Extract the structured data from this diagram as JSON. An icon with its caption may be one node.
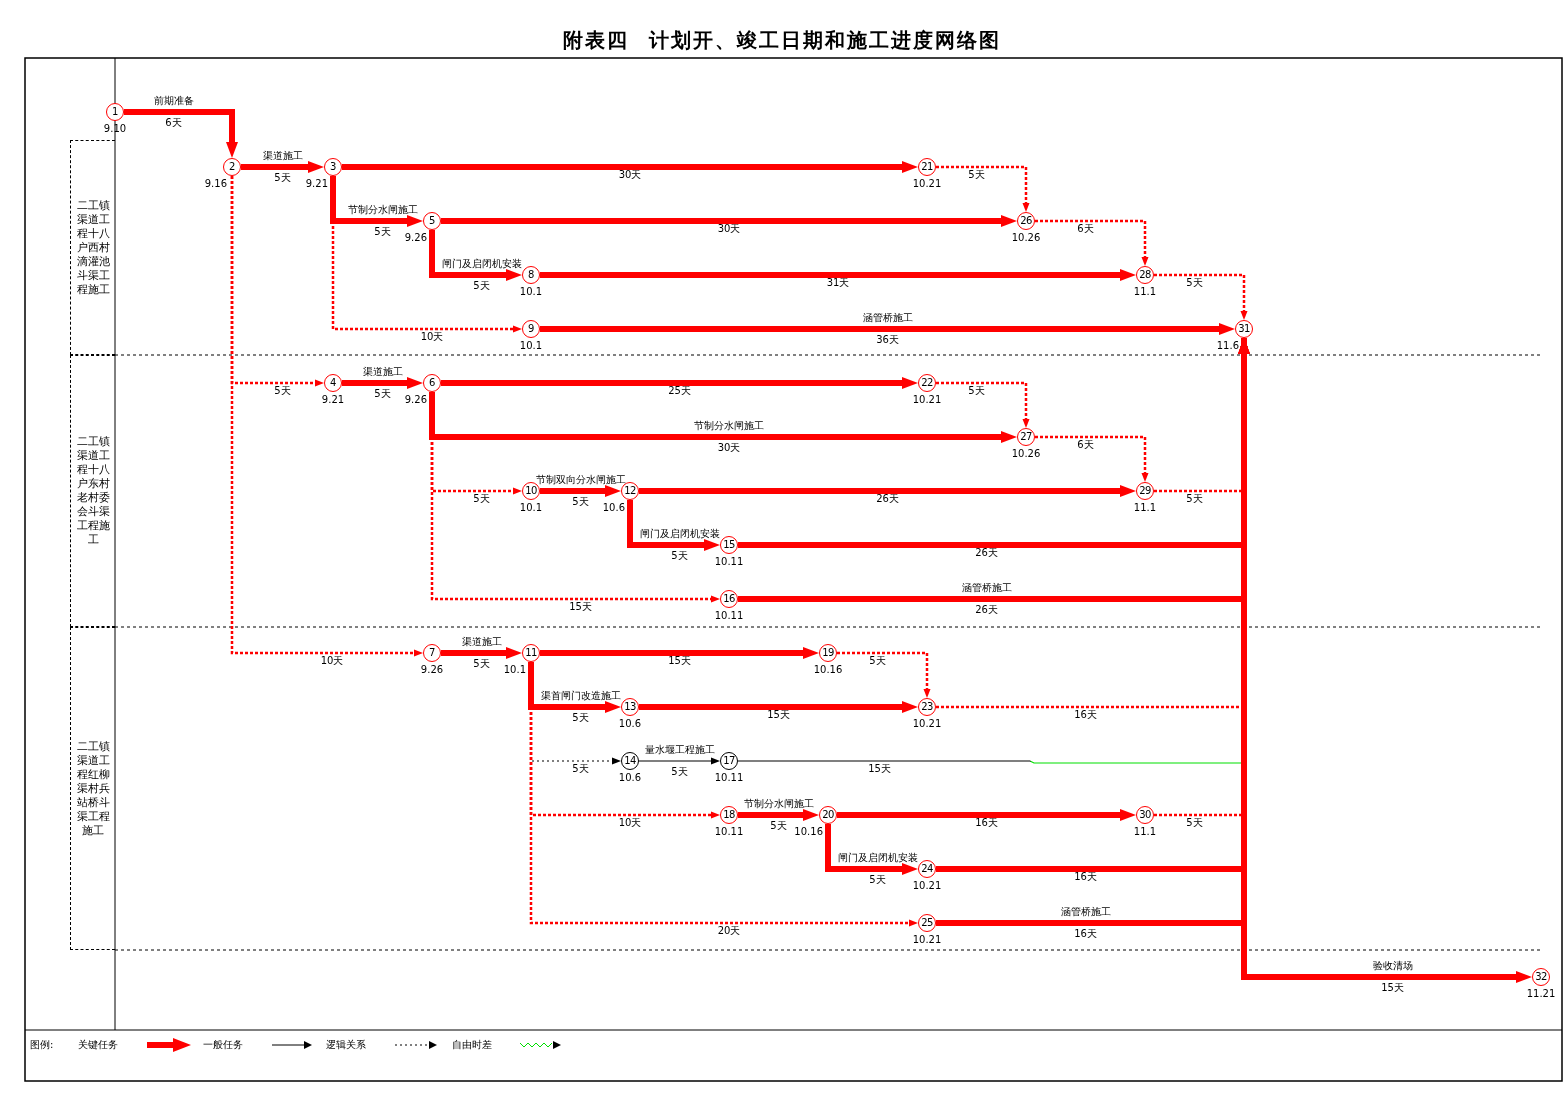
{
  "diagram": {
    "title": "附表四 计划开、竣工日期和施工进度网络图",
    "nodes": [
      {
        "text": [
          "1"
        ],
        "beside": [
          "9.10"
        ]
      },
      {
        "text": [
          "2"
        ],
        "beside": [
          "9.16"
        ]
      },
      {
        "text": [
          "3"
        ],
        "beside": [
          "9.21"
        ]
      },
      {
        "text": [
          "4"
        ],
        "beside": [
          "9.21"
        ]
      },
      {
        "text": [
          "5"
        ],
        "beside": [
          "9.26"
        ]
      },
      {
        "text": [
          "6"
        ],
        "beside": [
          "9.26"
        ]
      },
      {
        "text": [
          "7"
        ],
        "beside": [
          "9.26"
        ]
      },
      {
        "text": [
          "8"
        ],
        "beside": [
          "10.1"
        ]
      },
      {
        "text": [
          "9"
        ],
        "beside": [
          "10.1"
        ]
      },
      {
        "text": [
          "10"
        ],
        "beside": [
          "10.1"
        ]
      },
      {
        "text": [
          "11"
        ],
        "beside": [
          "10.1"
        ]
      },
      {
        "text": [
          "12"
        ],
        "beside": [
          "10.6"
        ]
      },
      {
        "text": [
          "13"
        ],
        "beside": [
          "10.6"
        ]
      },
      {
        "text": [
          "14"
        ],
        "beside": [
          "10.6"
        ]
      },
      {
        "text": [
          "15"
        ],
        "beside": [
          "10.11"
        ]
      },
      {
        "text": [
          "16"
        ],
        "beside": [
          "10.11"
        ]
      },
      {
        "text": [
          "17"
        ],
        "beside": [
          "10.11"
        ]
      },
      {
        "text": [
          "18"
        ],
        "beside": [
          "10.11"
        ]
      },
      {
        "text": [
          "19"
        ],
        "beside": [
          "10.16"
        ]
      },
      {
        "text": [
          "20"
        ],
        "beside": [
          "10.16"
        ]
      },
      {
        "text": [
          "21"
        ],
        "beside": [
          "10.21"
        ]
      },
      {
        "text": [
          "22"
        ],
        "beside": [
          "10.21"
        ]
      },
      {
        "text": [
          "23"
        ],
        "beside": [
          "10.21"
        ]
      },
      {
        "text": [
          "24"
        ],
        "beside": [
          "10.21"
        ]
      },
      {
        "text": [
          "25"
        ],
        "beside": [
          "10.21"
        ]
      },
      {
        "text": [
          "26"
        ],
        "beside": [
          "10.26"
        ]
      },
      {
        "text": [
          "27"
        ],
        "beside": [
          "10.26"
        ]
      },
      {
        "text": [
          "28"
        ],
        "beside": [
          "11.1"
        ]
      },
      {
        "text": [
          "29"
        ],
        "beside": [
          "11.1"
        ]
      },
      {
        "text": [
          "30"
        ],
        "beside": [
          "11.1"
        ]
      },
      {
        "text": [
          "31"
        ],
        "beside": [
          "11.6"
        ]
      },
      {
        "text": [
          "32"
        ],
        "beside": [
          "11.21"
        ]
      },
      {
        "text": [
          "二工镇渠道工程十八户西村滴灌池斗渠工程施工"
        ]
      },
      {
        "text": [
          "二工镇渠道工程十八户东村老村委会斗渠工程施工"
        ]
      },
      {
        "text": [
          "二工镇渠道工程红柳渠村兵站桥斗渠工程施工"
        ]
      }
    ],
    "edges": [
      {
        "from": 0,
        "to": 1,
        "arrow": "to",
        "label": "前期准备 6天"
      },
      {
        "from": 1,
        "to": 2,
        "arrow": "to",
        "label": "渠道施工 5天"
      },
      {
        "from": 2,
        "to": 20,
        "arrow": "to",
        "label": "30天"
      },
      {
        "from": 20,
        "to": 25,
        "arrow": "to",
        "label": "5天",
        "style": "dashed"
      },
      {
        "from": 2,
        "to": 4,
        "arrow": "to",
        "label": "节制分水闸施工 5天"
      },
      {
        "from": 4,
        "to": 25,
        "arrow": "to",
        "label": "30天"
      },
      {
        "from": 25,
        "to": 27,
        "arrow": "to",
        "label": "6天",
        "style": "dashed"
      },
      {
        "from": 4,
        "to": 7,
        "arrow": "to",
        "label": "闸门及启闭机安装 5天"
      },
      {
        "from": 7,
        "to": 27,
        "arrow": "to",
        "label": "31天"
      },
      {
        "from": 27,
        "to": 30,
        "arrow": "to",
        "label": "5天",
        "style": "dashed"
      },
      {
        "from": 2,
        "to": 8,
        "arrow": "to",
        "label": "10天",
        "style": "dashed"
      },
      {
        "from": 8,
        "to": 30,
        "arrow": "to",
        "label": "涵管桥施工 36天"
      },
      {
        "from": 1,
        "to": 3,
        "arrow": "to",
        "label": "5天",
        "style": "dashed"
      },
      {
        "from": 1,
        "to": 6,
        "arrow": "to",
        "label": "10天",
        "style": "dashed"
      },
      {
        "from": 3,
        "to": 5,
        "arrow": "to",
        "label": "渠道施工 5天"
      },
      {
        "from": 5,
        "to": 21,
        "arrow": "to",
        "label": "25天"
      },
      {
        "from": 21,
        "to": 26,
        "arrow": "to",
        "label": "5天",
        "style": "dashed"
      },
      {
        "from": 5,
        "to": 26,
        "arrow": "to",
        "label": "节制分水闸施工 30天"
      },
      {
        "from": 26,
        "to": 28,
        "arrow": "to",
        "label": "6天",
        "style": "dashed"
      },
      {
        "from": 5,
        "to": 9,
        "arrow": "to",
        "label": "5天",
        "style": "dashed"
      },
      {
        "from": 9,
        "to": 11,
        "arrow": "to",
        "label": "节制双向分水闸施工 5天"
      },
      {
        "from": 11,
        "to": 28,
        "arrow": "to",
        "label": "26天"
      },
      {
        "from": 28,
        "to": 30,
        "arrow": "to",
        "label": "5天",
        "style": "dashed"
      },
      {
        "from": 11,
        "to": 14,
        "arrow": "to",
        "label": "闸门及启闭机安装 5天"
      },
      {
        "from": 14,
        "to": 30,
        "arrow": "to",
        "label": "26天"
      },
      {
        "from": 5,
        "to": 15,
        "arrow": "to",
        "label": "15天",
        "style": "dashed"
      },
      {
        "from": 15,
        "to": 30,
        "arrow": "to",
        "label": "涵管桥施工 26天"
      },
      {
        "from": 6,
        "to": 10,
        "arrow": "to",
        "label": "渠道施工 5天"
      },
      {
        "from": 10,
        "to": 18,
        "arrow": "to",
        "label": "15天"
      },
      {
        "from": 18,
        "to": 22,
        "arrow": "to",
        "label": "5天",
        "style": "dashed"
      },
      {
        "from": 10,
        "to": 12,
        "arrow": "to",
        "label": "渠首闸门改造施工 5天"
      },
      {
        "from": 12,
        "to": 22,
        "arrow": "to",
        "label": "15天"
      },
      {
        "from": 22,
        "to": 30,
        "arrow": "to",
        "label": "16天",
        "style": "dashed"
      },
      {
        "from": 10,
        "to": 13,
        "arrow": "to",
        "label": "5天",
        "style": "dashed",
        "color": "#000000"
      },
      {
        "from": 13,
        "to": 16,
        "arrow": "to",
        "label": "量水堰工程施工 5天",
        "color": "#000000"
      },
      {
        "from": 16,
        "to": 30,
        "arrow": "to",
        "label": "15天",
        "color": "#000000"
      },
      {
        "from": 10,
        "to": 17,
        "arrow": "to",
        "label": "10天",
        "style": "dashed"
      },
      {
        "from": 17,
        "to": 19,
        "arrow": "to",
        "label": "节制分水闸施工 5天"
      },
      {
        "from": 19,
        "to": 29,
        "arrow": "to",
        "label": "16天"
      },
      {
        "from": 29,
        "to": 30,
        "arrow": "to",
        "label": "5天",
        "style": "dashed"
      },
      {
        "from": 19,
        "to": 23,
        "arrow": "to",
        "label": "闸门及启闭机安装 5天"
      },
      {
        "from": 23,
        "to": 30,
        "arrow": "to",
        "label": "16天"
      },
      {
        "from": 10,
        "to": 24,
        "arrow": "to",
        "label": "20天",
        "style": "dashed"
      },
      {
        "from": 24,
        "to": 30,
        "arrow": "to",
        "label": "涵管桥施工 16天"
      },
      {
        "from": 30,
        "to": 31,
        "arrow": "to",
        "label": "验收清场 15天"
      }
    ],
    "labels": [
      "图例:"
    ],
    "legend": [
      {
        "text": "关键任务"
      },
      {
        "text": "一般任务"
      },
      {
        "text": "逻辑关系"
      },
      {
        "text": "自由时差"
      }
    ]
  }
}
